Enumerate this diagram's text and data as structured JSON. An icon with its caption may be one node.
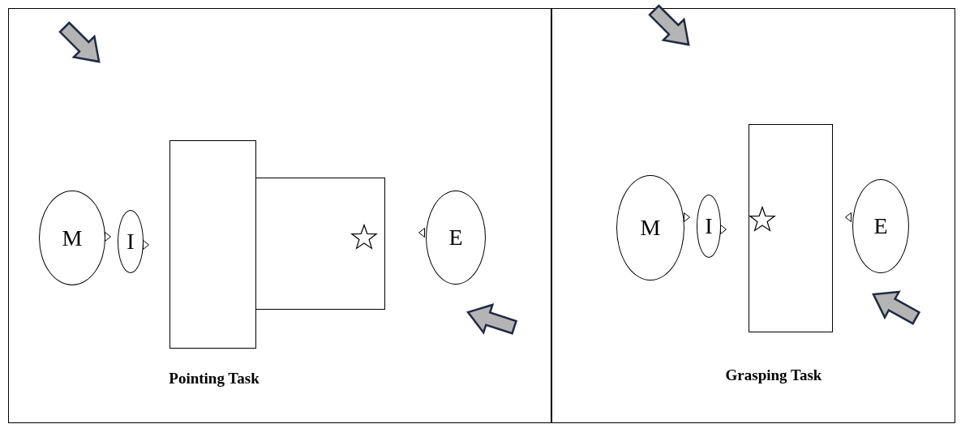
{
  "diagram": {
    "nodes": [
      {
        "text": [
          "Pointing Task"
        ]
      },
      {
        "text": [
          "M"
        ],
        "in": 0
      },
      {
        "text": [
          "I"
        ],
        "in": 0
      },
      {
        "text": [],
        "shape": "box",
        "in": 0
      },
      {
        "text": [],
        "shape": "box",
        "in": 0
      },
      {
        "text": [],
        "shape": "star",
        "in": 4
      },
      {
        "text": [
          "E"
        ],
        "in": 0
      },
      {
        "text": [
          "Grasping Task"
        ]
      },
      {
        "text": [
          "M"
        ],
        "in": 7
      },
      {
        "text": [
          "I"
        ],
        "in": 7
      },
      {
        "text": [],
        "shape": "box",
        "in": 7
      },
      {
        "text": [],
        "shape": "star",
        "in": 10
      },
      {
        "text": [
          "E"
        ],
        "in": 7
      }
    ],
    "edges": []
  }
}
